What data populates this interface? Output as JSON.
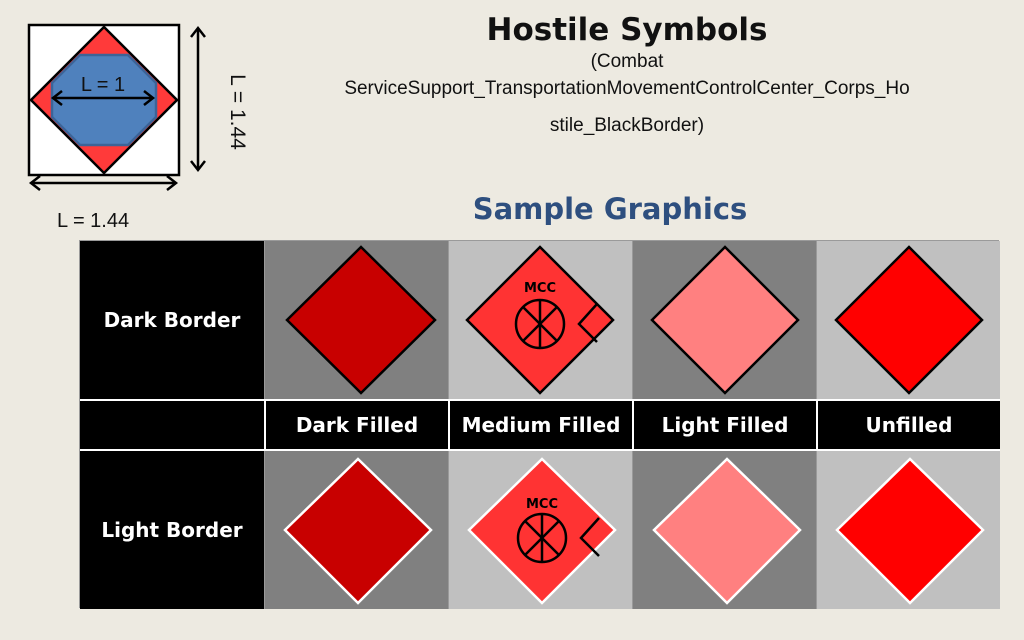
{
  "header": {
    "title": "Hostile Symbols",
    "subtitle_lines": [
      "(Combat",
      "ServiceSupport_TransportationMovementControlCenter_Corps_Ho",
      "stile_BlackBorder)"
    ]
  },
  "dimension_diagram": {
    "inner_label": "L = 1",
    "right_label": "L = 1.44",
    "bottom_label": "L = 1.44",
    "colors": {
      "frame_fill": "#ffffff",
      "diamond_fill": "#ff3a3a",
      "octagon_fill": "#4f81bd"
    }
  },
  "sample_heading": "Sample Graphics",
  "table": {
    "row_labels": {
      "dark_border": "Dark Border",
      "light_border": "Light Border"
    },
    "columns": [
      {
        "label": "Dark Filled",
        "fill": "#c80000",
        "cell_bg": "#808080"
      },
      {
        "label": "Medium Filled",
        "fill": "#ff3333",
        "cell_bg": "#c0c0c0",
        "symbol_text": "MCC"
      },
      {
        "label": "Light Filled",
        "fill": "#ff8080",
        "cell_bg": "#808080"
      },
      {
        "label": "Unfilled",
        "fill": "#ff0000",
        "cell_bg": "#c0c0c0"
      }
    ],
    "border_colors": {
      "dark": "#000000",
      "light": "#ffffff"
    },
    "header_bg": "#000000"
  }
}
